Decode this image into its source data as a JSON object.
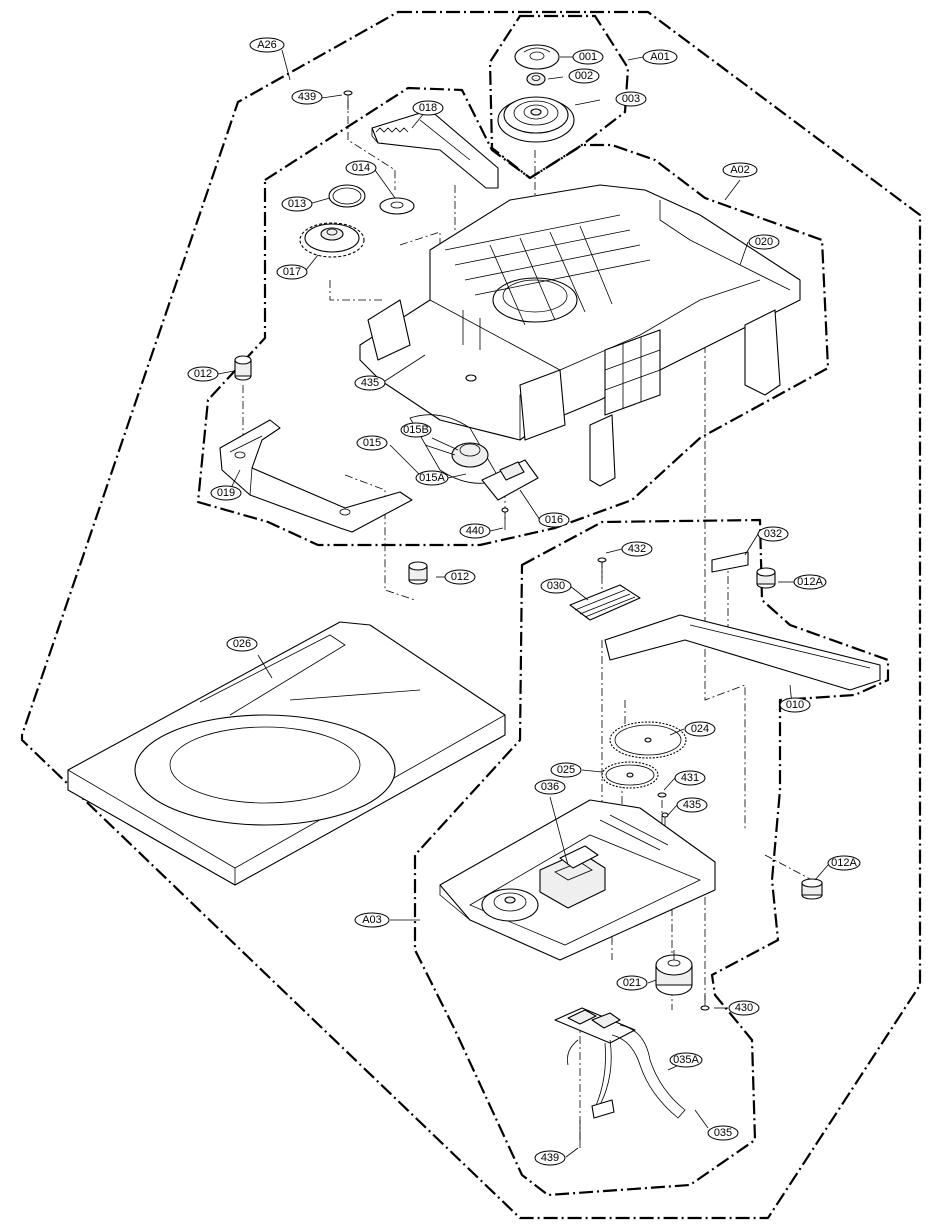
{
  "labels": {
    "a26": "A26",
    "a01": "A01",
    "a02": "A02",
    "a03": "A03",
    "p001": "001",
    "p002": "002",
    "p003": "003",
    "p439a": "439",
    "p018": "018",
    "p014": "014",
    "p013": "013",
    "p017": "017",
    "p020": "020",
    "p435a": "435",
    "p012a": "012",
    "p012b": "012",
    "p015": "015",
    "p015b": "015B",
    "p015a": "015A",
    "p019": "019",
    "p440": "440",
    "p016": "016",
    "p432": "432",
    "p032": "032",
    "p030": "030",
    "p012c": "012A",
    "p026": "026",
    "p010": "010",
    "p024": "024",
    "p025": "025",
    "p431": "431",
    "p036": "036",
    "p435b": "435",
    "p012d": "012A",
    "p021": "021",
    "p430": "430",
    "p035a": "035A",
    "p035": "035",
    "p439b": "439"
  }
}
